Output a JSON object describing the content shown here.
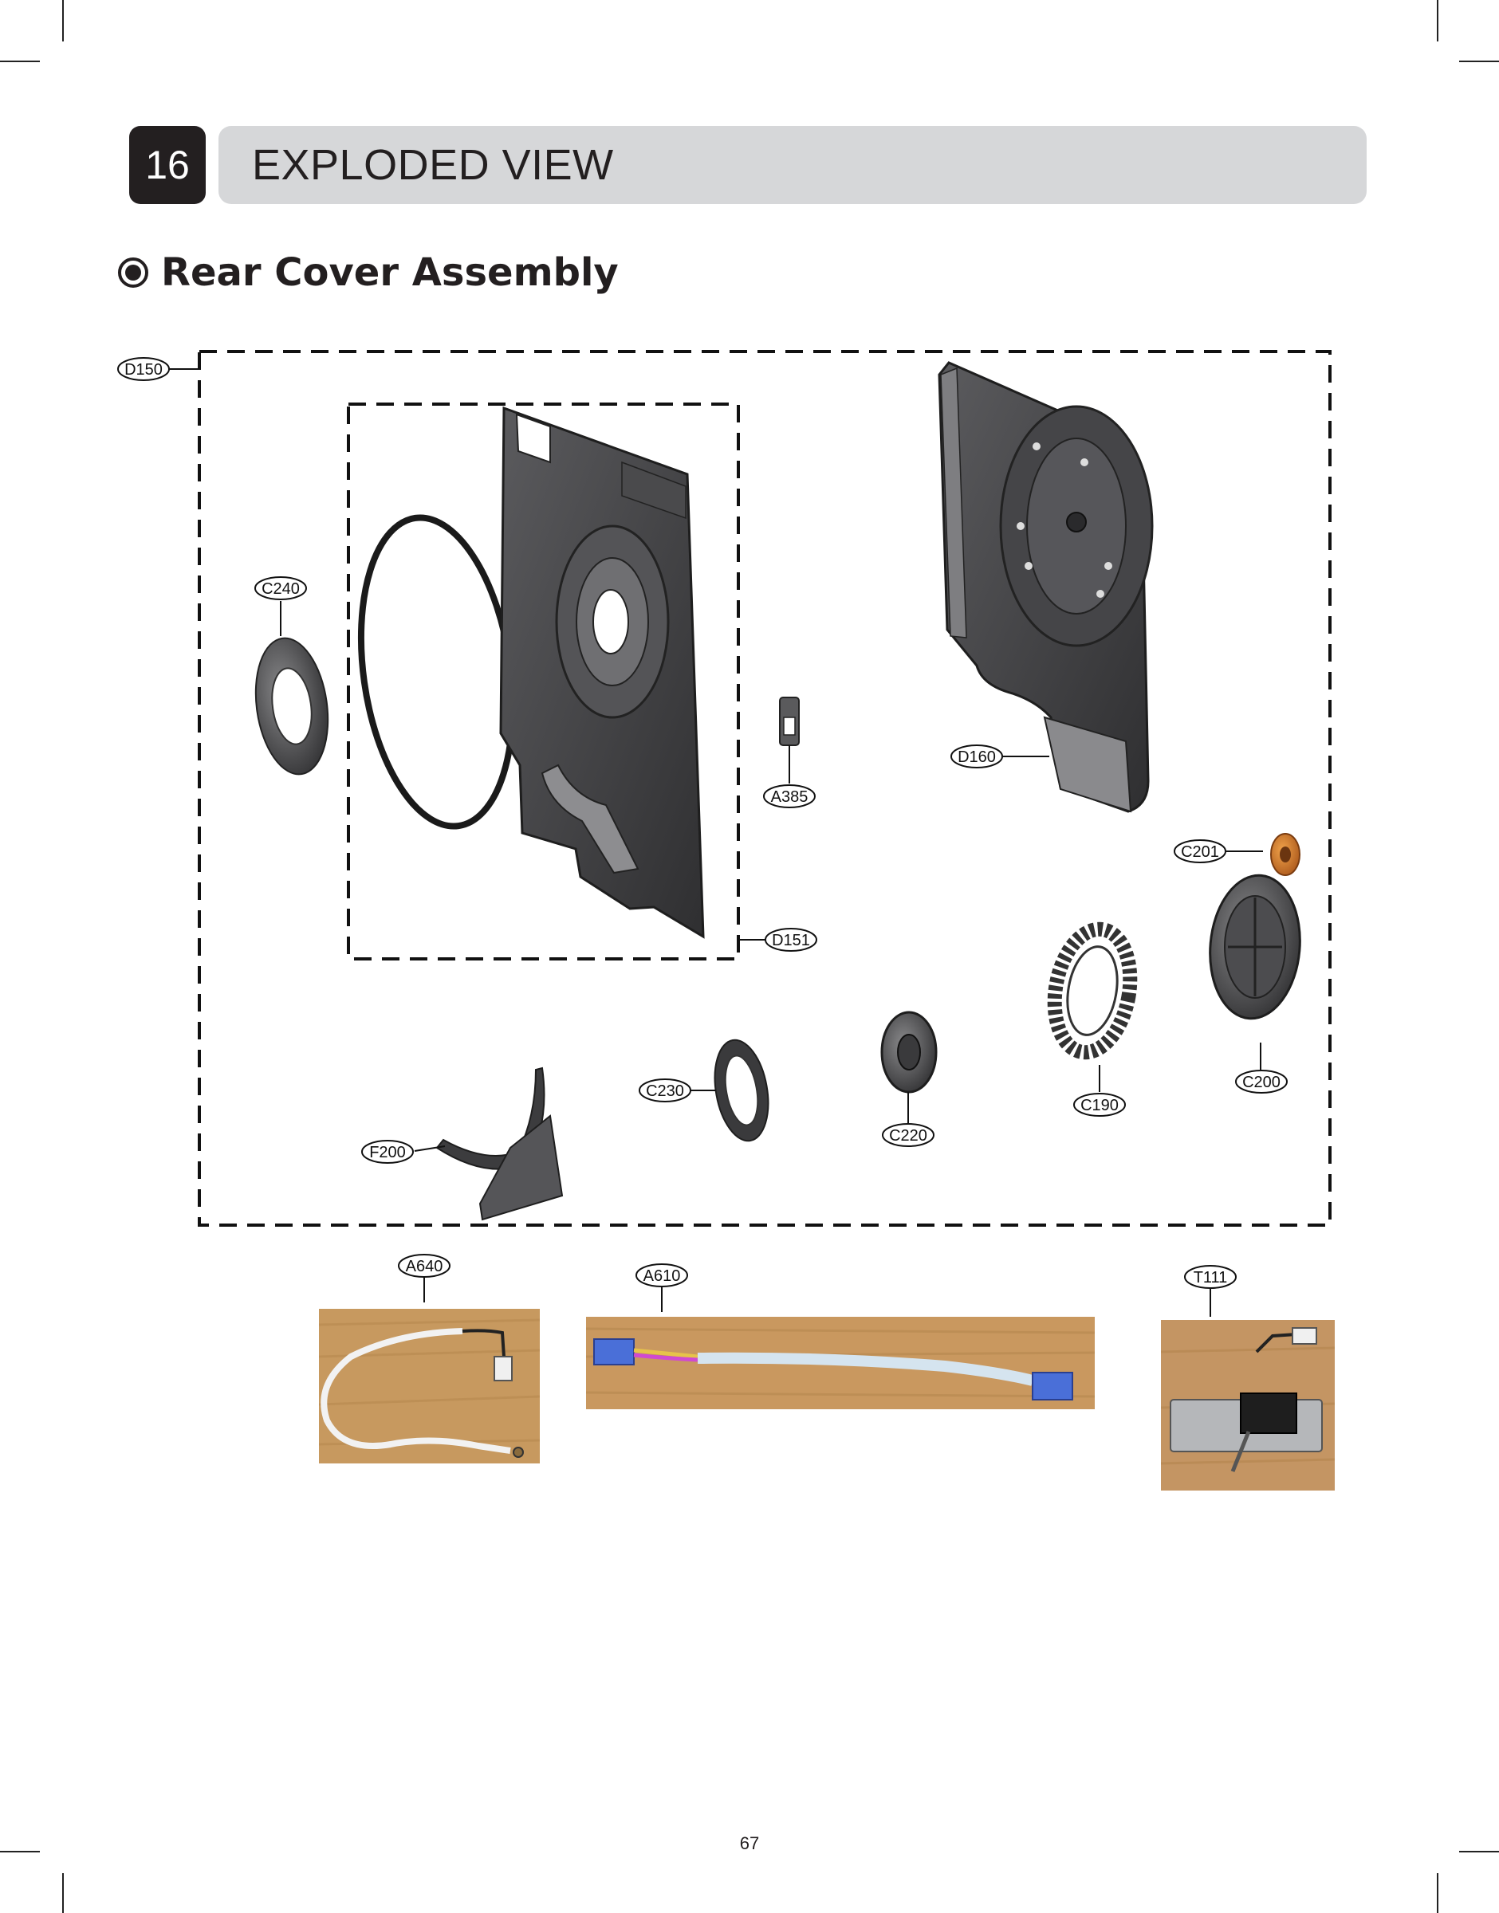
{
  "chapter": {
    "number": "16",
    "title": "EXPLODED VIEW"
  },
  "section": {
    "title": "Rear Cover Assembly"
  },
  "callouts": {
    "D150": "D150",
    "C240": "C240",
    "A385": "A385",
    "D160": "D160",
    "C201": "C201",
    "D151": "D151",
    "C200": "C200",
    "C230": "C230",
    "C220": "C220",
    "C190": "C190",
    "F200": "F200",
    "A640": "A640",
    "A610": "A610",
    "T111": "T111"
  },
  "page_number": "67",
  "colors": {
    "badge": "#231f20",
    "bar": "#d6d7d9",
    "part_dark": "#3b3b3d",
    "part_mid": "#6a6a6c",
    "accent_orange": "#c8761c",
    "wood": "#c9985f",
    "connector_blue": "#4a6fd8"
  }
}
